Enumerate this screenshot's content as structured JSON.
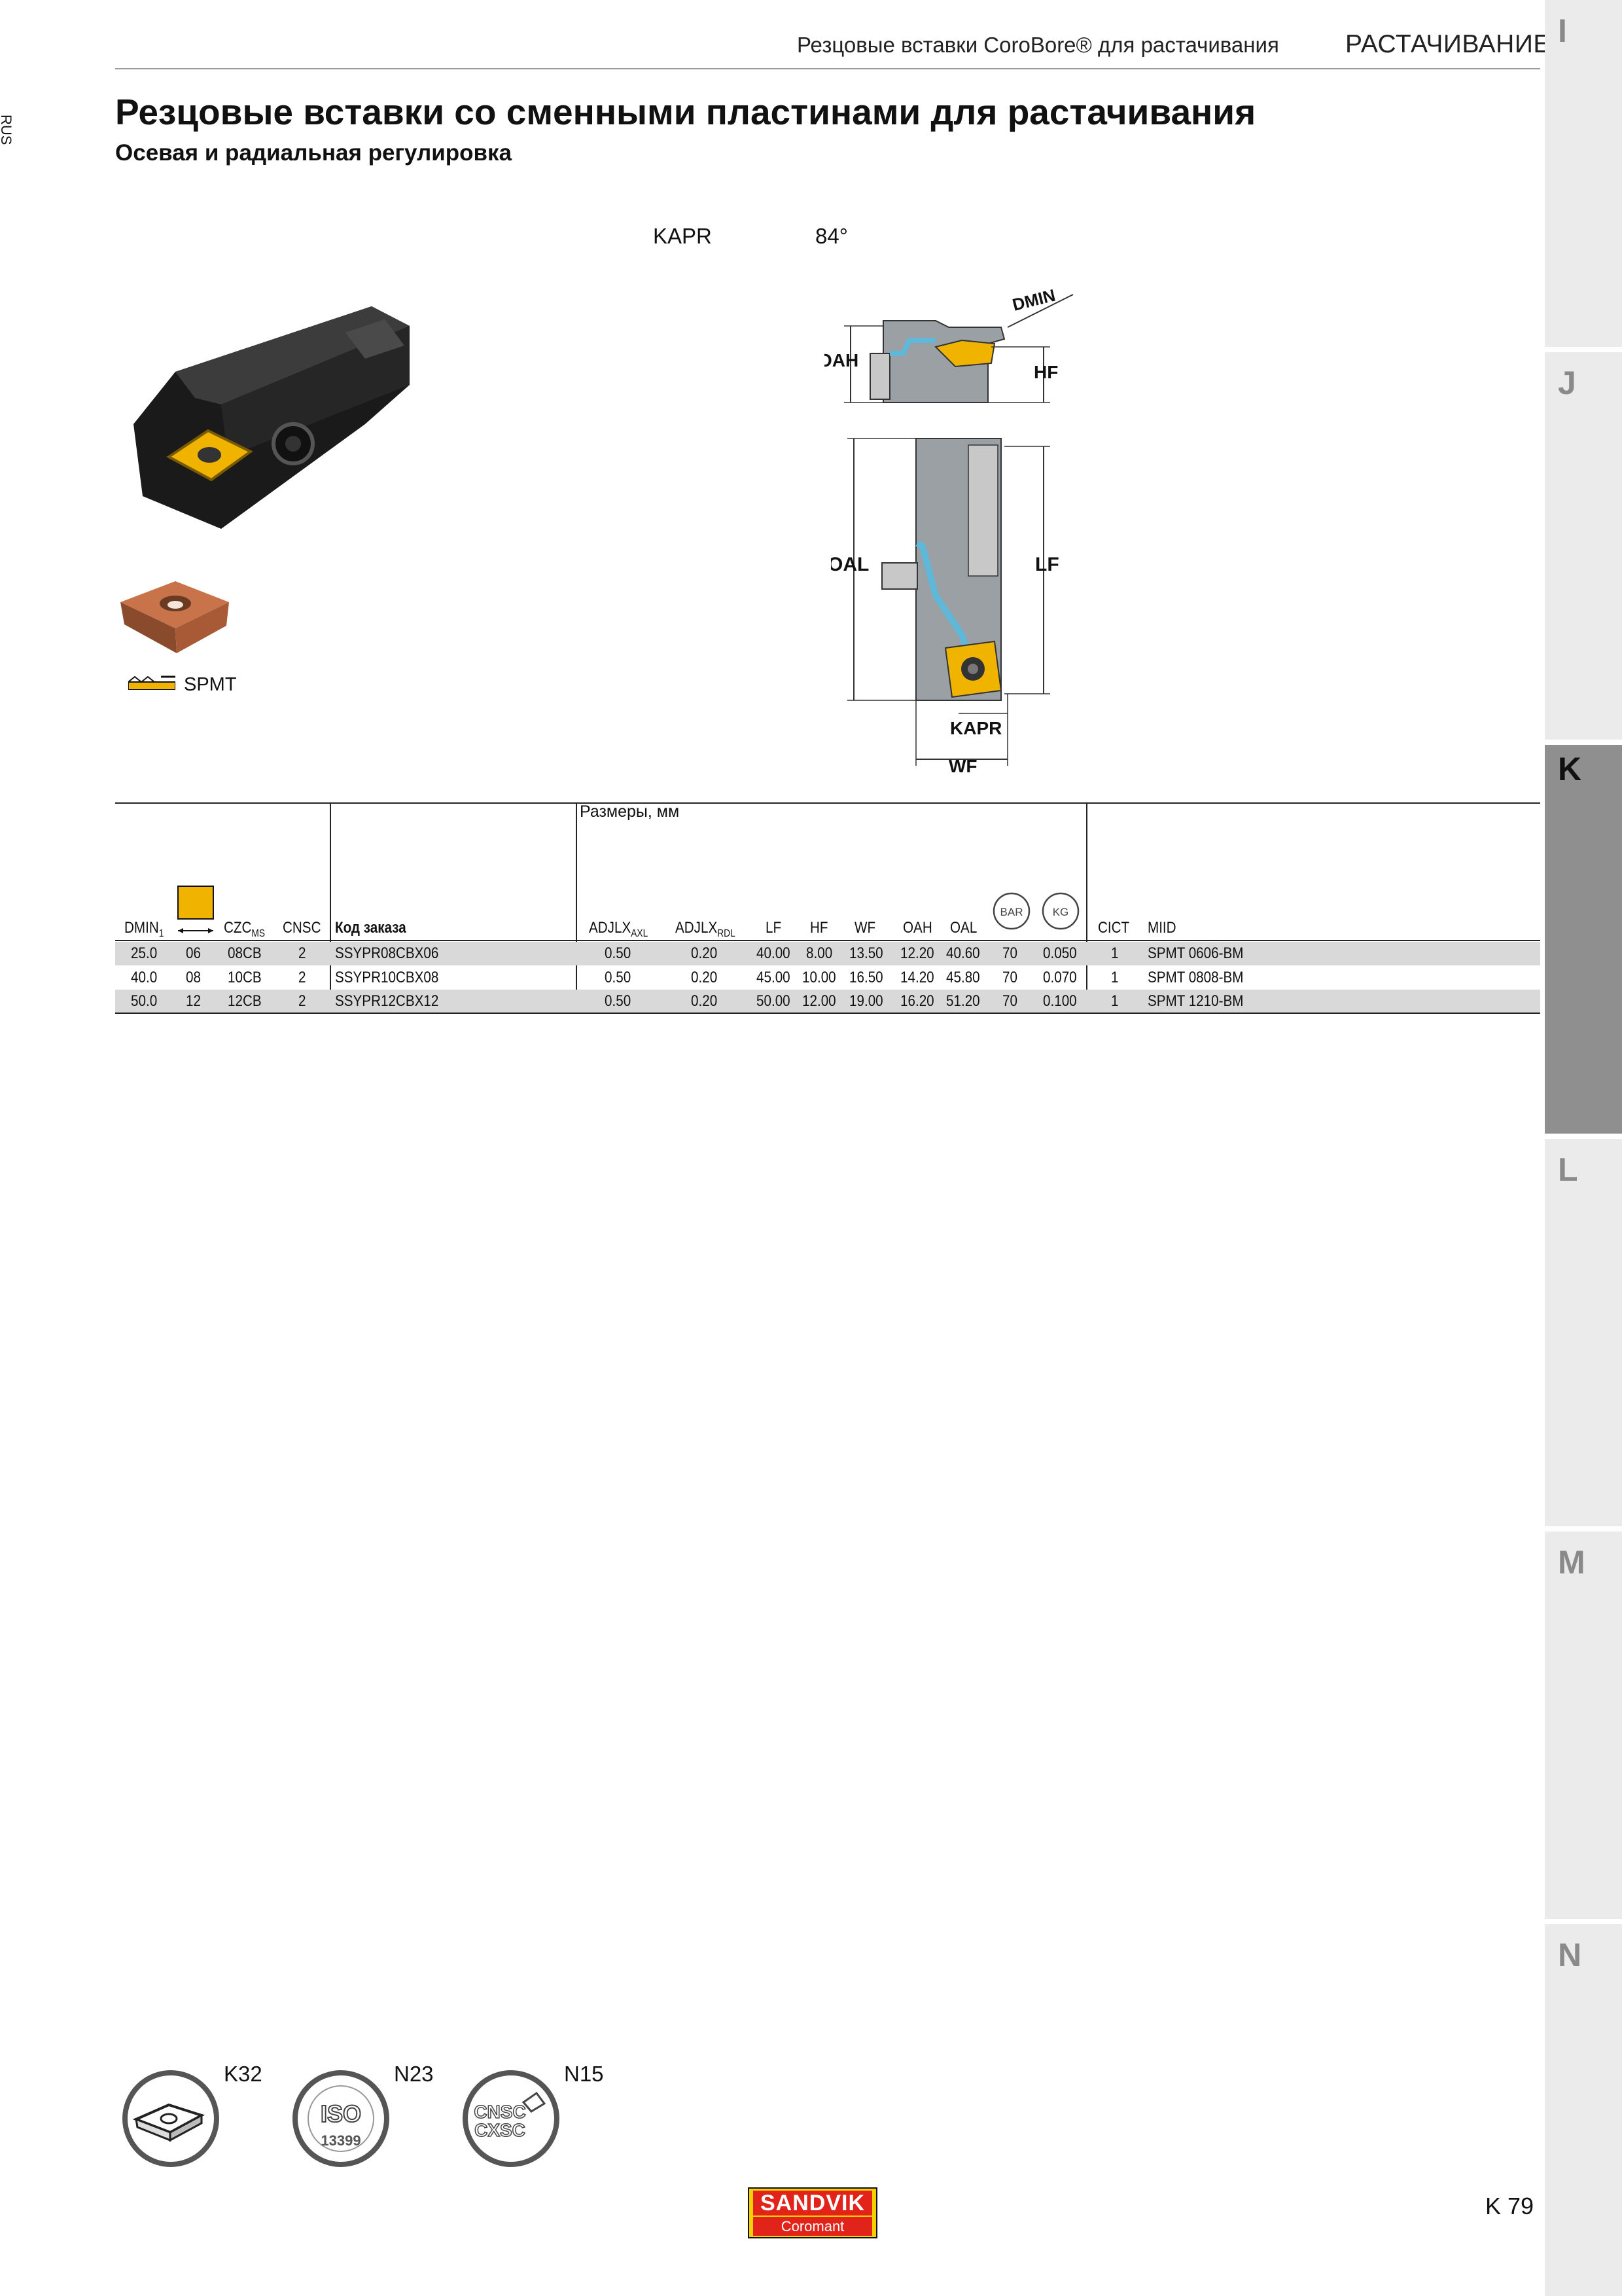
{
  "header": {
    "subsection": "Резцовые вставки CoroBore® для растачивания",
    "section": "РАСТАЧИВАНИЕ",
    "language": "RUS"
  },
  "page": {
    "title": "Резцовые вставки со сменными пластинами для растачивания",
    "subtitle": "Осевая и радиальная регулировка",
    "page_number": "K 79"
  },
  "tabs": [
    {
      "letter": "I",
      "active": false
    },
    {
      "letter": "J",
      "active": false
    },
    {
      "letter": "K",
      "active": true
    },
    {
      "letter": "L",
      "active": false
    },
    {
      "letter": "M",
      "active": false
    },
    {
      "letter": "N",
      "active": false
    }
  ],
  "kapr": {
    "label": "KAPR",
    "value": "84°"
  },
  "insert": {
    "label": "SPMT"
  },
  "diagram_labels": {
    "dmin": "DMIN",
    "oah": "OAH",
    "hf": "HF",
    "oal": "OAL",
    "lf": "LF",
    "kapr": "KAPR",
    "wf": "WF"
  },
  "table": {
    "group_label": "Размеры, мм",
    "headers": {
      "dmin": "DMIN",
      "dmin_sub": "1",
      "czc": "CZC",
      "czc_sub": "MS",
      "cnsc": "CNSC",
      "code": "Код заказа",
      "adjlx_axl": "ADJLX",
      "adjlx_axl_sub": "AXL",
      "adjlx_rdl": "ADJLX",
      "adjlx_rdl_sub": "RDL",
      "lf": "LF",
      "hf": "HF",
      "wf": "WF",
      "oah": "OAH",
      "oal": "OAL",
      "bar": "BAR",
      "kg": "KG",
      "cict": "CICT",
      "miid": "MIID"
    },
    "rows": [
      {
        "dmin": "25.0",
        "size": "06",
        "czc": "08CB",
        "cnsc": "2",
        "code": "SSYPR08CBX06",
        "axl": "0.50",
        "rdl": "0.20",
        "lf": "40.00",
        "hf": "8.00",
        "wf": "13.50",
        "oah": "12.20",
        "oal": "40.60",
        "bar": "70",
        "kg": "0.050",
        "cict": "1",
        "miid": "SPMT 0606-BM"
      },
      {
        "dmin": "40.0",
        "size": "08",
        "czc": "10CB",
        "cnsc": "2",
        "code": "SSYPR10CBX08",
        "axl": "0.50",
        "rdl": "0.20",
        "lf": "45.00",
        "hf": "10.00",
        "wf": "16.50",
        "oah": "14.20",
        "oal": "45.80",
        "bar": "70",
        "kg": "0.070",
        "cict": "1",
        "miid": "SPMT 0808-BM"
      },
      {
        "dmin": "50.0",
        "size": "12",
        "czc": "12CB",
        "cnsc": "2",
        "code": "SSYPR12CBX12",
        "axl": "0.50",
        "rdl": "0.20",
        "lf": "50.00",
        "hf": "12.00",
        "wf": "19.00",
        "oah": "16.20",
        "oal": "51.20",
        "bar": "70",
        "kg": "0.100",
        "cict": "1",
        "miid": "SPMT 1210-BM"
      }
    ]
  },
  "references": [
    {
      "label": "K32",
      "icon": "insert-icon"
    },
    {
      "label": "N23",
      "icon": "iso-13399-icon",
      "text_top": "ISO",
      "text_bottom": "13399"
    },
    {
      "label": "N15",
      "icon": "cnsc-cxsc-icon",
      "text_top": "CNSC",
      "text_bottom": "CXSC"
    }
  ],
  "logo": {
    "top": "SANDVIK",
    "bottom": "Coromant"
  },
  "colors": {
    "insert": "#f0b400",
    "coolant": "#5fb8d8",
    "body": "#9aa0a4",
    "shade": "#d9d9d9",
    "brand_red": "#e2231a",
    "brand_yellow": "#f4d000"
  }
}
